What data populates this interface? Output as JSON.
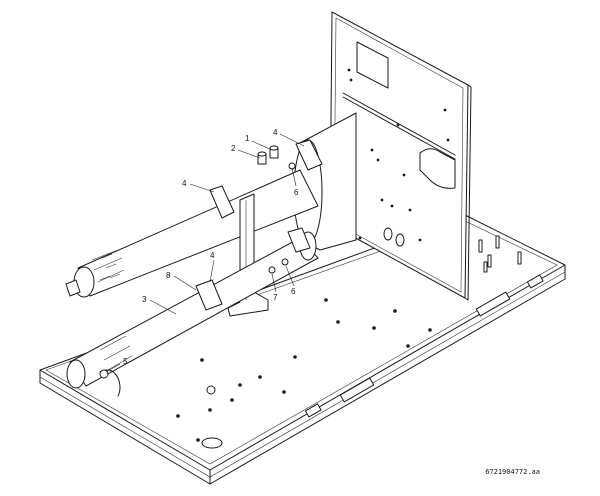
{
  "callouts": {
    "c1": "1",
    "c2": "2",
    "c3": "3",
    "c4a": "4",
    "c4b": "4",
    "c4c": "4",
    "c5": "5",
    "c6a": "6",
    "c6b": "6",
    "c7": "7",
    "c8": "8"
  },
  "reference_code": "6721904772.aa"
}
